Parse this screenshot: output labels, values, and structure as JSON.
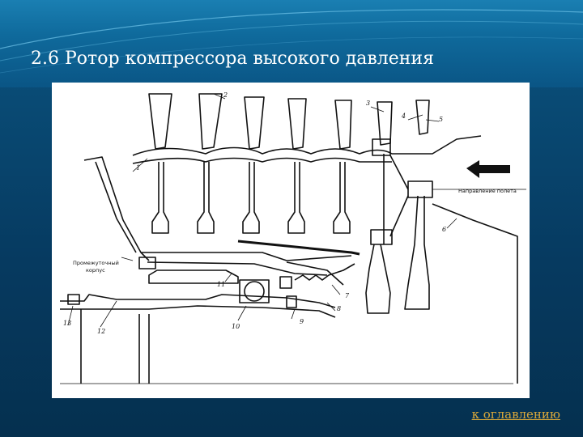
{
  "slide": {
    "title": "2.6 Ротор компрессора высокого давления",
    "toc_link": "к оглавлению"
  },
  "figure": {
    "labels": {
      "n1": "1",
      "n2": "2",
      "n3": "3",
      "n4": "4",
      "n5": "5",
      "n6": "6",
      "n7": "7",
      "n8": "8",
      "n9": "9",
      "n10": "10",
      "n11": "11",
      "n12": "12",
      "n13": "13",
      "casing_line1": "Промежуточный",
      "casing_line2": "корпус",
      "flow_direction": "Направление полета"
    }
  },
  "colors": {
    "title_text": "#ffffff",
    "link": "#d9a83a",
    "background": "#0a4f7a"
  }
}
